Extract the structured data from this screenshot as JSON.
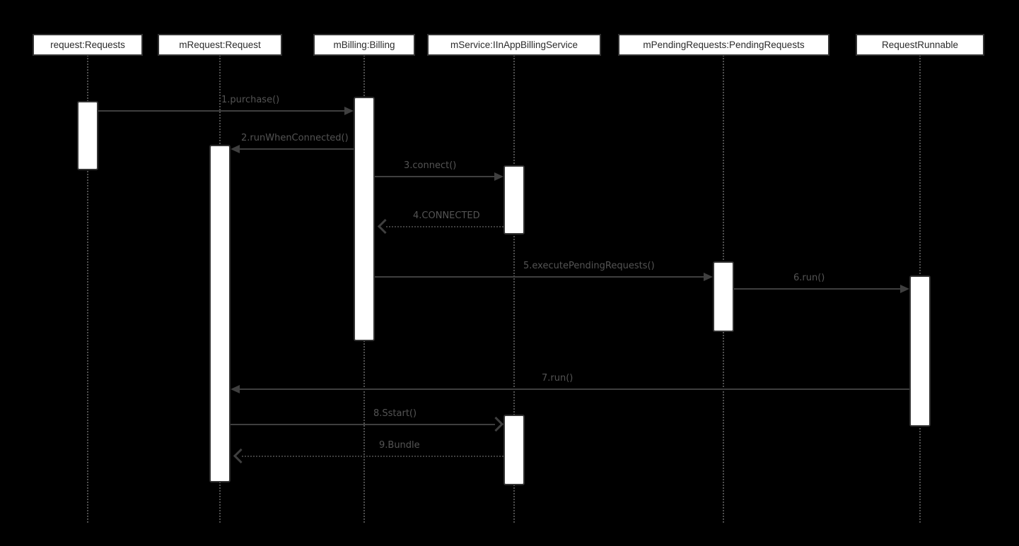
{
  "diagram": {
    "kind": "uml-sequence-diagram",
    "colors": {
      "background": "#000000",
      "participant_fill": "#ffffff",
      "participant_border": "#333333",
      "participant_text": "#2b2b2b",
      "message_line": "#3f3f3f",
      "message_label": "#545454",
      "lifeline_dotted": "#4f4f4f"
    }
  },
  "lifelines": [
    {
      "label": "request:Requests"
    },
    {
      "label": "mRequest:Request"
    },
    {
      "label": "mBilling:Billing"
    },
    {
      "label": "mService:IInAppBillingService"
    },
    {
      "label": "mPendingRequests:PendingRequests"
    },
    {
      "label": "RequestRunnable"
    }
  ],
  "messages": [
    {
      "label": "1.purchase()",
      "from": "request:Requests",
      "to": "mBilling:Billing",
      "line": "solid",
      "arrowhead": "filled"
    },
    {
      "label": "2.runWhenConnected()",
      "from": "mBilling:Billing",
      "to": "mRequest:Request",
      "line": "solid",
      "arrowhead": "filled"
    },
    {
      "label": "3.connect()",
      "from": "mBilling:Billing",
      "to": "mService:IInAppBillingService",
      "line": "solid",
      "arrowhead": "filled"
    },
    {
      "label": "4.CONNECTED",
      "from": "mService:IInAppBillingService",
      "to": "mBilling:Billing",
      "line": "dotted",
      "arrowhead": "open"
    },
    {
      "label": "5.executePendingRequests()",
      "from": "mBilling:Billing",
      "to": "mPendingRequests:PendingRequests",
      "line": "solid",
      "arrowhead": "filled"
    },
    {
      "label": "6.run()",
      "from": "mPendingRequests:PendingRequests",
      "to": "RequestRunnable",
      "line": "solid",
      "arrowhead": "filled"
    },
    {
      "label": "7.run()",
      "from": "RequestRunnable",
      "to": "mRequest:Request",
      "line": "solid",
      "arrowhead": "filled"
    },
    {
      "label": "8.Sstart()",
      "from": "mRequest:Request",
      "to": "mService:IInAppBillingService",
      "line": "solid",
      "arrowhead": "open"
    },
    {
      "label": "9.Bundle",
      "from": "mService:IInAppBillingService",
      "to": "mRequest:Request",
      "line": "dotted",
      "arrowhead": "open"
    }
  ]
}
